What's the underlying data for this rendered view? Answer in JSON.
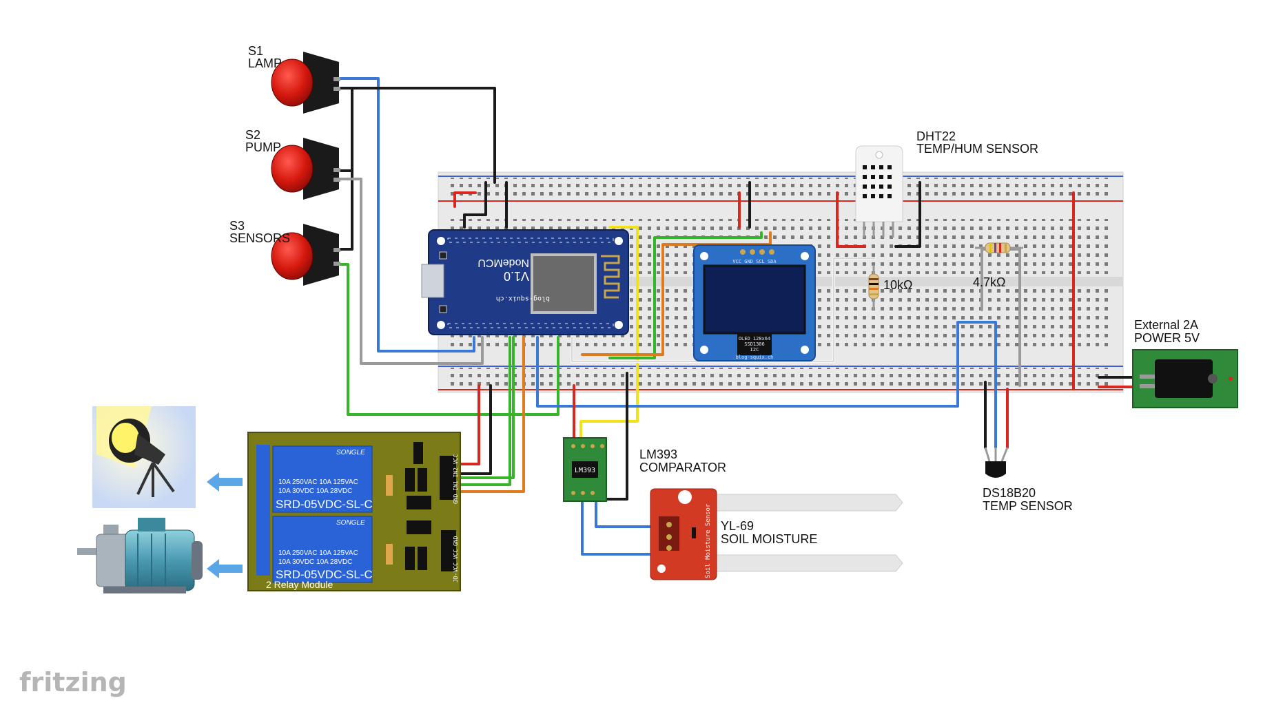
{
  "app": {
    "name": "fritzing"
  },
  "labels": {
    "s1_id": "S1",
    "s1_name": "LAMP",
    "s2_id": "S2",
    "s2_name": "PUMP",
    "s3_id": "S3",
    "s3_name": "SENSORS",
    "dht_id": "DHT22",
    "dht_name": "TEMP/HUM SENSOR",
    "res1": "10kΩ",
    "res2": "4.7kΩ",
    "power_l1": "External 2A",
    "power_l2": "POWER 5V",
    "lm_id": "LM393",
    "lm_name": "COMPARATOR",
    "soil_id": "YL-69",
    "soil_name": "SOIL MOISTURE",
    "ds_id": "DS18B20",
    "ds_name": "TEMP SENSOR",
    "relay_module": "2 Relay Module",
    "relay_brand": "SONGLE",
    "relay_model": "SRD-05VDC-SL-C",
    "relay_rating_1": "10A  250VAC   10A  125VAC",
    "relay_rating_2": "10A   30VDC   10A   28VDC",
    "relay_pins": "JD-VCC  VCC  GND",
    "relay_io": "GND IN1 IN2 VCC",
    "nodemcu_name": "NodeMCU",
    "nodemcu_ver": "V1.0",
    "nodemcu_site": "blog-squix.ch",
    "oled_pins": "VCC GND SCL SDA",
    "oled_chip": "OLED 128x64",
    "oled_drv": "SSD1306",
    "oled_bus": "I2C",
    "oled_site": "blog-squix.ch",
    "lm_chip": "LM393",
    "soil_brand": "Soil Moisture Sensor"
  },
  "colors": {
    "wire_red": "#d6281e",
    "wire_black": "#1a1a1a",
    "wire_blue": "#3a78d6",
    "wire_green": "#36b52b",
    "wire_orange": "#e07a1f",
    "wire_yellow": "#f2e21b",
    "wire_gray": "#9a9a9a",
    "wire_white": "#f5f5f5",
    "breadboard": "#e8e8e8",
    "nodemcu": "#1f3a86",
    "oled": "#2b6fc7",
    "relay_board": "#7b7b18",
    "relay_blue": "#2a62d8",
    "lm_board": "#2f8a3a",
    "soil_board": "#d23a24",
    "power_board": "#2f8a3a"
  }
}
